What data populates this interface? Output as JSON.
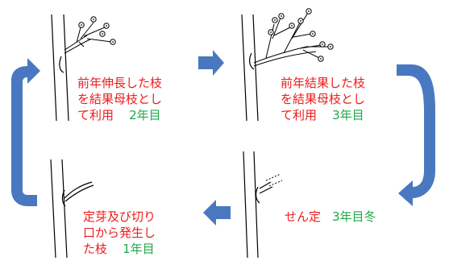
{
  "panels": [
    {
      "lines": [
        "前年伸長した枝",
        "を結果母枝とし",
        "て利用"
      ],
      "year": "2年目"
    },
    {
      "lines": [
        "前年結果した枝",
        "を結果母枝とし",
        "て利用"
      ],
      "year": "3年目"
    },
    {
      "lines": [
        "せん定"
      ],
      "year": "3年目冬"
    },
    {
      "lines": [
        "定芽及び切り",
        "口から発生し",
        "た枝"
      ],
      "year": "1年目"
    }
  ],
  "colors": {
    "label_text": "#ee1c1c",
    "year_text": "#22a84a",
    "arrow": "#4a78c0",
    "line_art": "#000000"
  },
  "icons": {
    "cycle_arrows": "arrow-icon",
    "branch_drawings": "branch-illustration"
  }
}
